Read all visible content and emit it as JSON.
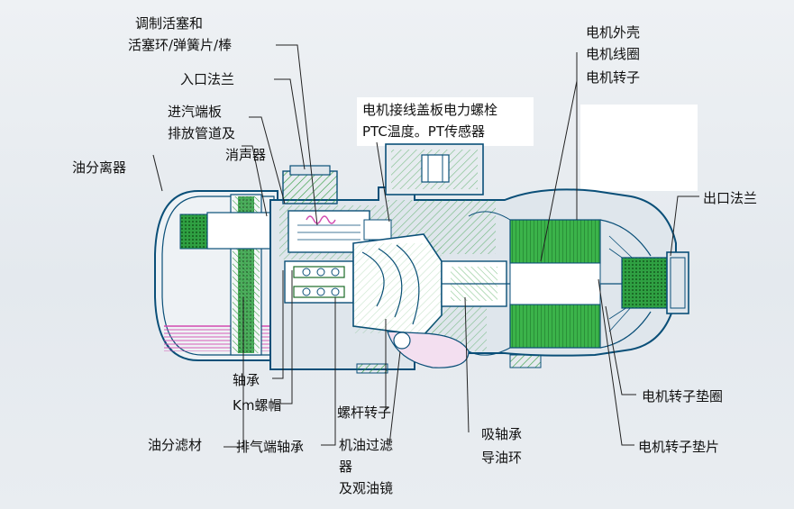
{
  "labels": {
    "piston_valve_1": "调制活塞和",
    "piston_valve_2": "活塞环/弹簧片/棒",
    "inlet_flange": "入口法兰",
    "suction_plate_1": "进汽端板",
    "suction_plate_2": "排放管道及",
    "muffler": "消声器",
    "oil_separator": "油分离器",
    "terminal_cover_1": "电机接线盖板电力螺栓",
    "terminal_cover_2": "PTC温度。PT传感器",
    "motor_housing": "电机外壳",
    "motor_coil": "电机线圈",
    "motor_rotor": "电机转子",
    "outlet_flange": "出口法兰",
    "bearing": "轴承",
    "km_nut": "Km螺帽",
    "screw_rotor": "螺杆转子",
    "suction_bearing": "吸轴承",
    "oil_guide_ring": "导油环",
    "oil_filter_1": "机油过滤",
    "oil_filter_2": "器",
    "oil_filter_3": "及观油镜",
    "oil_filter_material": "油分滤材",
    "discharge_bearing": "排气端轴承",
    "rotor_washer": "电机转子垫圈",
    "rotor_shim": "电机转子垫片"
  },
  "colors": {
    "outline": "#0a4f78",
    "hatch": "#2c9a3a",
    "oil": "#d24bb0",
    "leader": "#222222",
    "body_fill": "#dfe6ec"
  }
}
